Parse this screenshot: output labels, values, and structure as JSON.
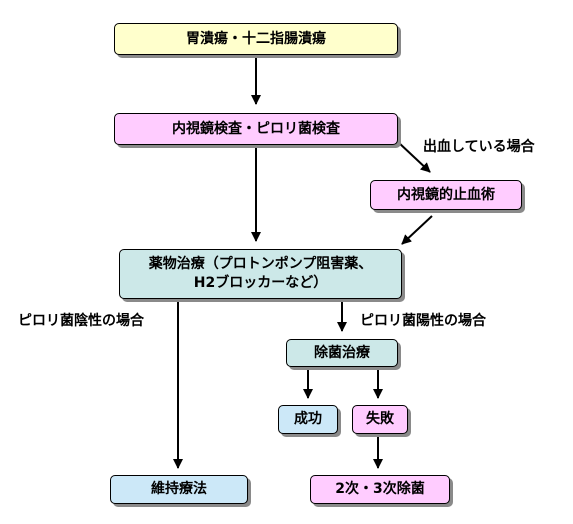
{
  "nodes": {
    "ulcer": "胃潰瘍・十二指腸潰瘍",
    "exam": "内視鏡検査・ピロリ菌検査",
    "hemostasis": "内視鏡的止血術",
    "drug_line1": "薬物治療（プロトンポンプ阻害薬、",
    "drug_line2": "H2ブロッカーなど）",
    "eradication": "除菌治療",
    "success": "成功",
    "failure": "失敗",
    "maintenance": "維持療法",
    "re_eradication": "2次・3次除菌"
  },
  "labels": {
    "bleeding": "出血している場合",
    "pylori_negative": "ピロリ菌陰性の場合",
    "pylori_positive": "ピロリ菌陽性の場合"
  },
  "colors": {
    "yellow": "#ffffcc",
    "pink": "#ffccff",
    "teal": "#cce8e8",
    "blue": "#cce8f8"
  }
}
